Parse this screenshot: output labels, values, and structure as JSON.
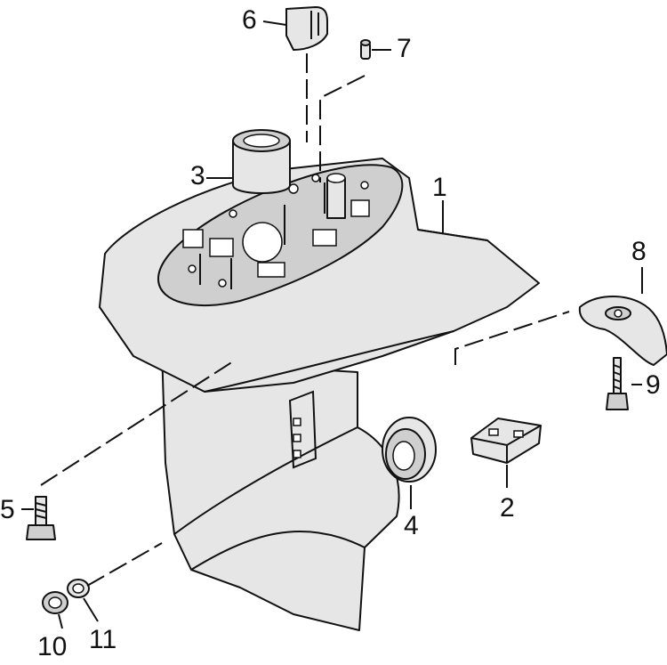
{
  "callouts": {
    "c1": "1",
    "c2": "2",
    "c3": "3",
    "c4": "4",
    "c5": "5",
    "c6": "6",
    "c7": "7",
    "c8": "8",
    "c9": "9",
    "c10": "10",
    "c11": "11"
  },
  "colors": {
    "part_fill": "#e6e6e6",
    "part_shade": "#cfcfcf",
    "line": "#111111",
    "background": "#ffffff"
  }
}
